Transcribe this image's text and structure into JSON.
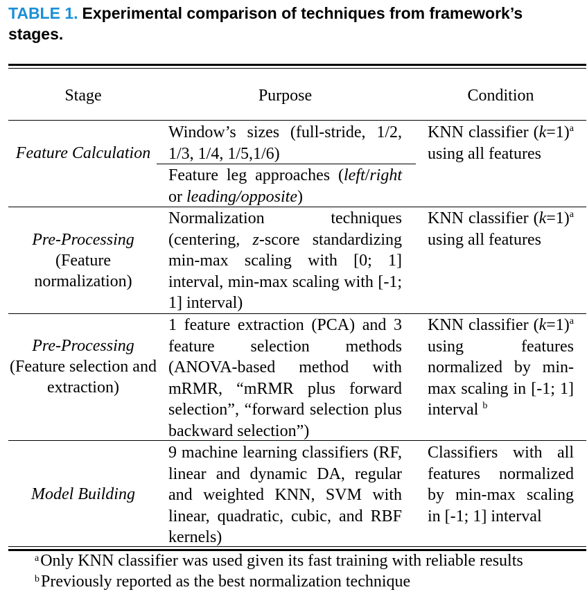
{
  "caption": {
    "label": "TABLE 1.",
    "title": "Experimental comparison of techniques from framework’s stages."
  },
  "headers": {
    "stage": "Stage",
    "purpose": "Purpose",
    "condition": "Condition"
  },
  "rows": [
    {
      "stage": {
        "italic": "Feature Calculation",
        "normal": ""
      },
      "purpose_a": "Window’s sizes (full-stride, 1/2, 1/3, 1/4, 1/5,1/6)",
      "purpose_b": {
        "t1": "Feature leg approaches (",
        "i1": "left",
        "t2": "/",
        "i2": "right",
        "t3": " or ",
        "i3": "leading/opposite",
        "t4": ")"
      },
      "condition": {
        "pre": "KNN classifier (",
        "k": "k",
        "eq": "=1)",
        "sup": "a",
        "post": " using all features"
      }
    },
    {
      "stage": {
        "italic": "Pre-Processing",
        "normal": "(Feature normalization)"
      },
      "purpose": {
        "t1": "Normalization techniques (centering, ",
        "i1": "z",
        "t2": "-score standardizing min-max scaling with [0; 1] interval, min-max scaling with [-1; 1] interval)"
      },
      "condition": {
        "pre": "KNN classifier (",
        "k": "k",
        "eq": "=1)",
        "sup": "a",
        "post": " using all features"
      }
    },
    {
      "stage": {
        "italic": "Pre-Processing",
        "normal": "(Feature selection and extraction)"
      },
      "purpose": "1 feature extraction (PCA) and 3 feature selection methods (ANOVA-based method with mRMR, “mRMR plus forward selection”, “forward selection plus backward selection”)",
      "condition": {
        "pre": "KNN classifier (",
        "k": "k",
        "eq": "=1)",
        "sup": "a",
        "post": " using features normalized by min-max scaling in [-1; 1] interval ",
        "sup2": "b"
      }
    },
    {
      "stage": {
        "italic": "Model Building",
        "normal": ""
      },
      "purpose": "9 machine learning classifiers (RF, linear and dynamic DA, regular and weighted KNN, SVM with linear, quadratic, cubic, and RBF kernels)",
      "condition": "Classifiers with all features normalized by min-max scaling in [-1; 1] interval"
    }
  ],
  "footnotes": [
    {
      "mark": "a",
      "text": "Only KNN classifier was used given its fast training with reliable results"
    },
    {
      "mark": "b",
      "text": "Previously reported as the best normalization technique"
    }
  ]
}
